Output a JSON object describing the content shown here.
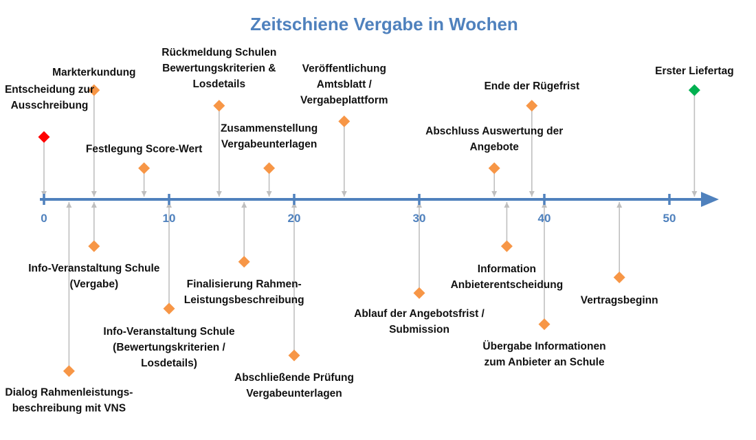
{
  "chart_data": {
    "type": "scatter",
    "title": "Zeitschiene Vergabe in Wochen",
    "xlim": [
      0,
      52
    ],
    "ticks": [
      0,
      10,
      20,
      30,
      40,
      50
    ],
    "colors": {
      "axis": "#4f81bd",
      "stem": "#bfbfbf",
      "start": "#ff0000",
      "milestone": "#f79646",
      "end": "#00b050"
    },
    "events": [
      {
        "x": 0,
        "y": 4,
        "lines": [
          "Entscheidung zur",
          "Ausschreibung"
        ],
        "color": "start"
      },
      {
        "x": 2,
        "y": -11,
        "lines": [
          "Dialog Rahmenleistungs-",
          "beschreibung mit VNS"
        ],
        "color": "milestone"
      },
      {
        "x": 4,
        "y": 7,
        "lines": [
          "Markterkundung"
        ],
        "color": "milestone"
      },
      {
        "x": 4,
        "y": -3,
        "lines": [
          "Info-Veranstaltung Schule",
          "(Vergabe)"
        ],
        "color": "milestone"
      },
      {
        "x": 8,
        "y": 2,
        "lines": [
          "Festlegung Score-Wert"
        ],
        "color": "milestone"
      },
      {
        "x": 10,
        "y": -7,
        "lines": [
          "Info-Veranstaltung Schule",
          "(Bewertungskriterien /",
          "Losdetails)"
        ],
        "color": "milestone"
      },
      {
        "x": 14,
        "y": 6,
        "lines": [
          "Rückmeldung Schulen",
          "Bewertungskriterien &",
          "Losdetails"
        ],
        "color": "milestone"
      },
      {
        "x": 16,
        "y": -4,
        "lines": [
          "Finalisierung Rahmen-",
          "Leistungsbeschreibung"
        ],
        "color": "milestone"
      },
      {
        "x": 18,
        "y": 2,
        "lines": [
          "Zusammenstellung",
          "Vergabeunterlagen"
        ],
        "color": "milestone"
      },
      {
        "x": 20,
        "y": -10,
        "lines": [
          "Abschließende Prüfung",
          "Vergabeunterlagen"
        ],
        "color": "milestone"
      },
      {
        "x": 24,
        "y": 5,
        "lines": [
          "Veröffentlichung",
          "Amtsblatt /",
          "Vergabeplattform"
        ],
        "color": "milestone"
      },
      {
        "x": 30,
        "y": -6,
        "lines": [
          "Ablauf der Angebotsfrist /",
          "Submission"
        ],
        "color": "milestone"
      },
      {
        "x": 36,
        "y": 2,
        "lines": [
          "Abschluss Auswertung der",
          "Angebote"
        ],
        "color": "milestone"
      },
      {
        "x": 37,
        "y": -3,
        "lines": [
          "Information",
          "Anbieterentscheidung"
        ],
        "color": "milestone"
      },
      {
        "x": 39,
        "y": 6,
        "lines": [
          "Ende der Rügefrist"
        ],
        "color": "milestone"
      },
      {
        "x": 40,
        "y": -8,
        "lines": [
          "Übergabe Informationen",
          "zum Anbieter an Schule"
        ],
        "color": "milestone"
      },
      {
        "x": 46,
        "y": -5,
        "lines": [
          "Vertragsbeginn"
        ],
        "color": "milestone"
      },
      {
        "x": 52,
        "y": 7,
        "lines": [
          "Erster Liefertag"
        ],
        "color": "end"
      }
    ]
  }
}
